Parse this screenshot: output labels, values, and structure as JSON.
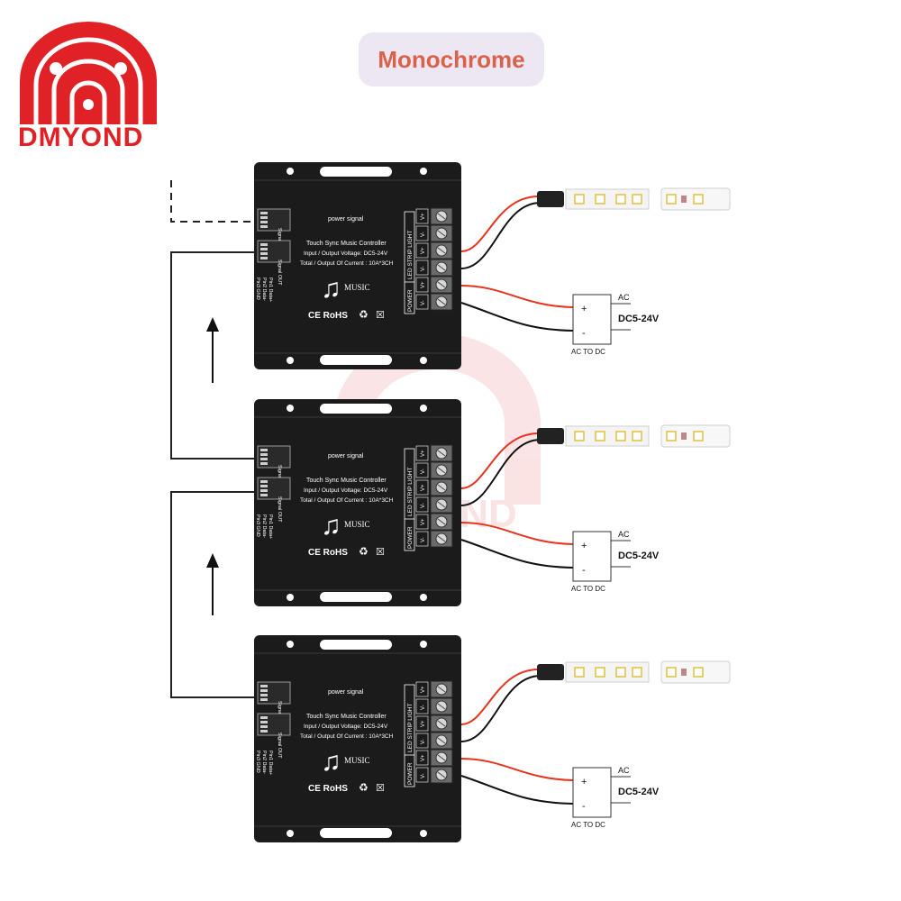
{
  "brand": {
    "name": "DMYOND"
  },
  "badge": {
    "label": "Monochrome"
  },
  "controller": {
    "indicators": "power    signal",
    "title": "Touch Sync Music Controller",
    "spec_voltage": "Input / Output Voltage: DC5-24V",
    "spec_current": "Total / Output Of Current : 10A*3CH",
    "music_label": "MUSIC",
    "certs": "CE  RoHS",
    "port_in_label": "Signal IN",
    "port_out_label": "Signal OUT",
    "pin_text": [
      "Pin1 Data+",
      "Pin2 Data-",
      "Pin3 GND"
    ],
    "side_led_label": "LED STRIP LIGHT",
    "side_power_label": "POWER",
    "terminal_labels": [
      "V+",
      "V-",
      "V+",
      "V-",
      "V+",
      "V-"
    ]
  },
  "power_supply": {
    "plus": "+",
    "minus": "-",
    "ac_label": "AC",
    "dc_label": "DC5-24V",
    "caption": "AC TO DC"
  },
  "units": [
    {
      "id": "unit-1"
    },
    {
      "id": "unit-2"
    },
    {
      "id": "unit-3"
    }
  ],
  "colors": {
    "brand_red": "#e02226",
    "controller_body": "#1b1b1b",
    "wire_red": "#e8341c",
    "wire_black": "#111111",
    "badge_bg": "#ece7f2",
    "badge_text": "#d9624a"
  }
}
